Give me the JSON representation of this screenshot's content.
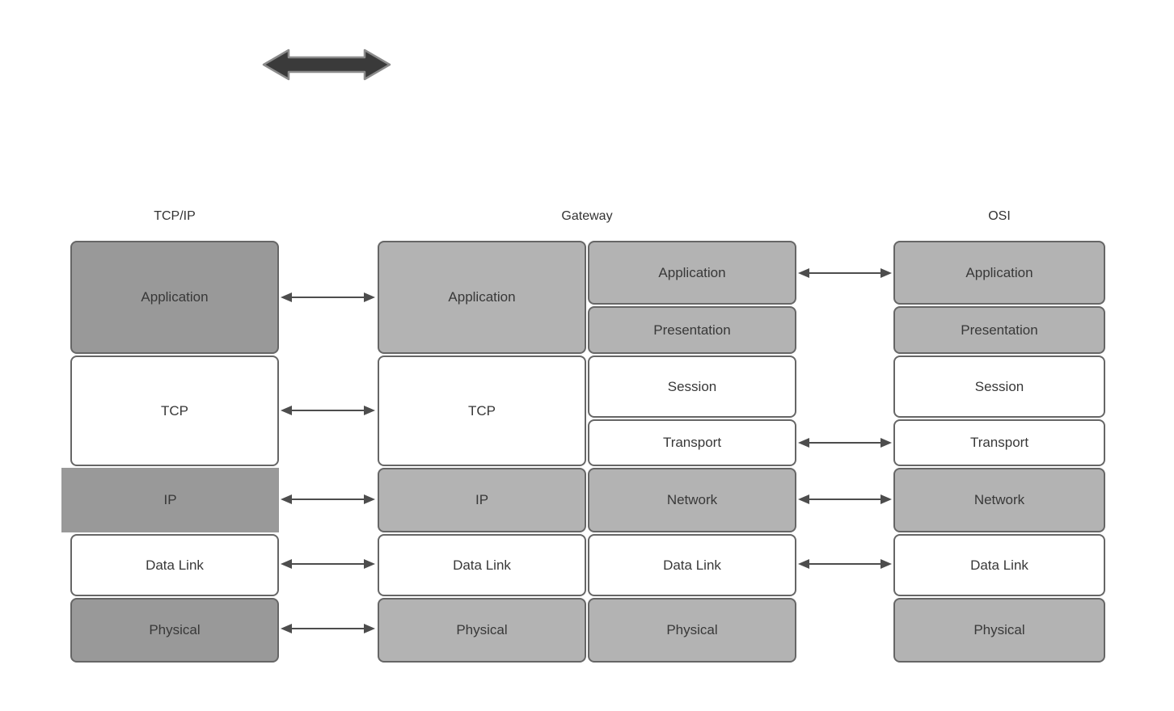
{
  "headers": {
    "tcpip": "TCP/IP",
    "gateway": "Gateway",
    "osi": "OSI"
  },
  "stacks": {
    "tcpip": [
      "Application",
      "TCP",
      "IP",
      "Data Link",
      "Physical"
    ],
    "gateway_left": [
      "Application",
      "TCP",
      "IP",
      "Data Link",
      "Physical"
    ],
    "gateway_right": [
      "Application",
      "Presentation",
      "Session",
      "Transport",
      "Network",
      "Data Link",
      "Physical"
    ],
    "osi": [
      "Application",
      "Presentation",
      "Session",
      "Transport",
      "Network",
      "Data Link",
      "Physical"
    ]
  },
  "connections": {
    "tcpip_to_gateway": [
      "Application",
      "TCP",
      "IP",
      "Data Link",
      "Physical"
    ],
    "gateway_to_osi": [
      "Application",
      "Transport",
      "Network",
      "Data Link"
    ]
  },
  "icons": {
    "thick_double_arrow": "left-right-block-arrow"
  },
  "colors": {
    "dark_gray_fill": "#999999",
    "light_gray_fill": "#b3b3b3",
    "white_fill": "#ffffff",
    "box_border": "#666666",
    "connector_arrow": "#4d4d4d",
    "thick_arrow_fill": "#3a3a3a",
    "thick_arrow_outline": "#8c8c8c",
    "text": "#333333",
    "background": "#ffffff"
  }
}
